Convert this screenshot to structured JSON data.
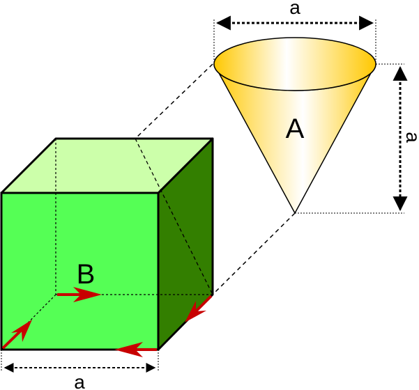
{
  "labels": {
    "cone": "A",
    "cube": "B",
    "cone_width": "a",
    "cone_height": "a",
    "cube_width": "a"
  },
  "colors": {
    "cube_front": "#55ff55",
    "cube_top": "#ccffaa",
    "cube_side": "#337f00",
    "cone_body": "#ffd42a",
    "cone_highlight": "#ffffff",
    "arrow": "#c80000",
    "outline": "#000000"
  }
}
